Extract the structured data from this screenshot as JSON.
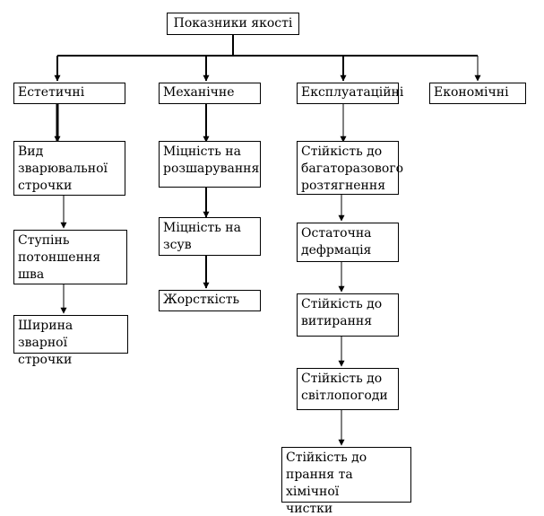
{
  "root": {
    "label": "Показники якості"
  },
  "categories": [
    {
      "label": "Естетичні",
      "children": [
        "Вид\nзварювальної\nстрочки",
        "Ступінь\nпотоншення\nшва",
        "Ширина зварної\nстрочки"
      ]
    },
    {
      "label": "Механічне",
      "children": [
        "Міцність на\nрозшарування",
        "Міцність на\nзсув",
        "Жорсткість"
      ]
    },
    {
      "label": "Експлуатаційні",
      "children": [
        "Стійкість до\nбагаторазового\nрозтягнення",
        "Остаточна\nдефрмація",
        "Стійкість до\nвитирання",
        "Стійкість до\nсвітлопогоди",
        "Стійкість до\nпрання та хімічної\nчистки"
      ]
    },
    {
      "label": "Економічні",
      "children": []
    }
  ]
}
